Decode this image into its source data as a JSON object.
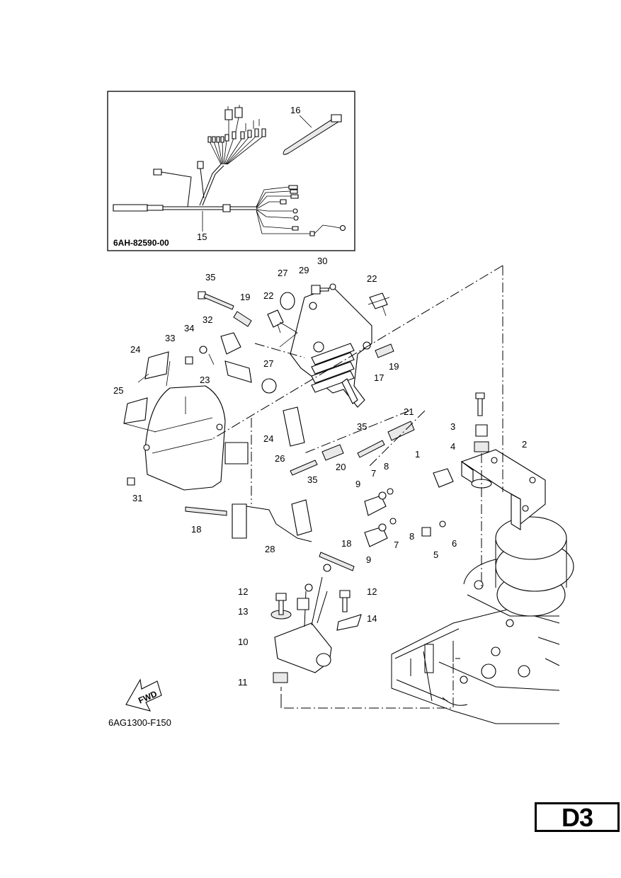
{
  "inset": {
    "part_code": "6AH-82590-00",
    "callouts": [
      "15",
      "16"
    ]
  },
  "diagram": {
    "figure_code": "6AG1300-F150",
    "fwd_label": "FWD",
    "callouts": {
      "c1": "1",
      "c2": "2",
      "c3": "3",
      "c4": "4",
      "c5": "5",
      "c6": "6",
      "c7a": "7",
      "c7b": "7",
      "c8a": "8",
      "c8b": "8",
      "c9a": "9",
      "c9b": "9",
      "c10": "10",
      "c11": "11",
      "c12a": "12",
      "c12b": "12",
      "c13": "13",
      "c14": "14",
      "c17": "17",
      "c18a": "18",
      "c18b": "18",
      "c19a": "19",
      "c19b": "19",
      "c20": "20",
      "c21": "21",
      "c22a": "22",
      "c22b": "22",
      "c23": "23",
      "c24a": "24",
      "c24b": "24",
      "c25": "25",
      "c26": "26",
      "c27a": "27",
      "c27b": "27",
      "c28": "28",
      "c29": "29",
      "c30": "30",
      "c31": "31",
      "c32": "32",
      "c33": "33",
      "c34": "34",
      "c35a": "35",
      "c35b": "35",
      "c35c": "35"
    }
  },
  "page_tag": "D3"
}
